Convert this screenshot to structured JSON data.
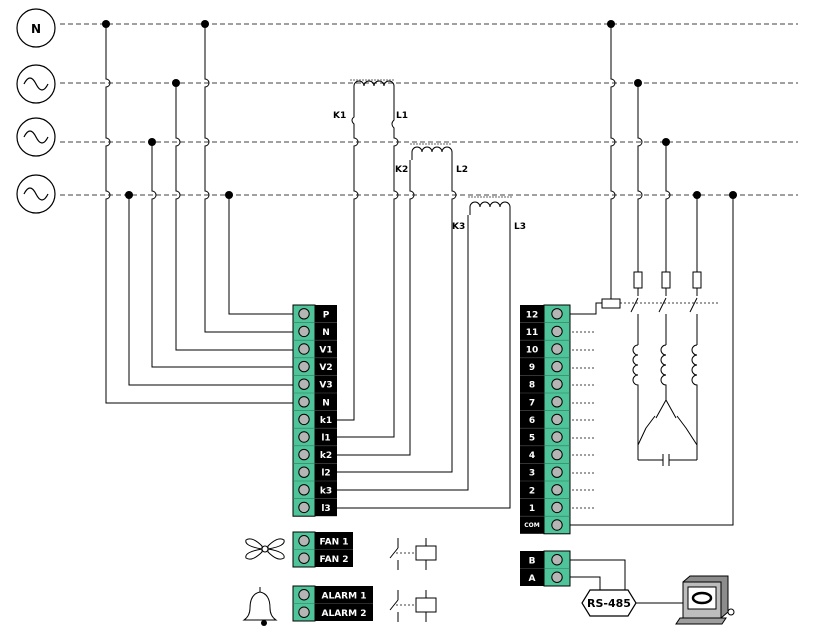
{
  "sources": [
    {
      "label": "N",
      "kind": "neutral"
    },
    {
      "label": "",
      "kind": "ac-phase-1"
    },
    {
      "label": "",
      "kind": "ac-phase-2"
    },
    {
      "label": "",
      "kind": "ac-phase-3"
    }
  ],
  "current_transformers": [
    {
      "primary": "K1",
      "secondary": "L1"
    },
    {
      "primary": "K2",
      "secondary": "L2"
    },
    {
      "primary": "K3",
      "secondary": "L3"
    }
  ],
  "measure_terminals": [
    "P",
    "N",
    "V1",
    "V2",
    "V3",
    "N",
    "k1",
    "l1",
    "k2",
    "l2",
    "k3",
    "l3"
  ],
  "step_terminals": [
    "12",
    "11",
    "10",
    "9",
    "8",
    "7",
    "6",
    "5",
    "4",
    "3",
    "2",
    "1",
    "COM"
  ],
  "fan_terminals": [
    "FAN 1",
    "FAN 2"
  ],
  "alarm_terminals": [
    "ALARM 1",
    "ALARM 2"
  ],
  "comm_terminals": [
    "B",
    "A"
  ],
  "rs485_label": "RS-485",
  "icons": {
    "fan": "fan-icon",
    "alarm": "bell-icon",
    "pc": "computer-icon",
    "ac_source": "sine-wave-icon"
  },
  "colors": {
    "terminal_green": "#4fc49a",
    "terminal_label_bg": "#000000",
    "terminal_label_fg": "#ffffff",
    "bus_line": "#808080",
    "wire": "#000000"
  }
}
